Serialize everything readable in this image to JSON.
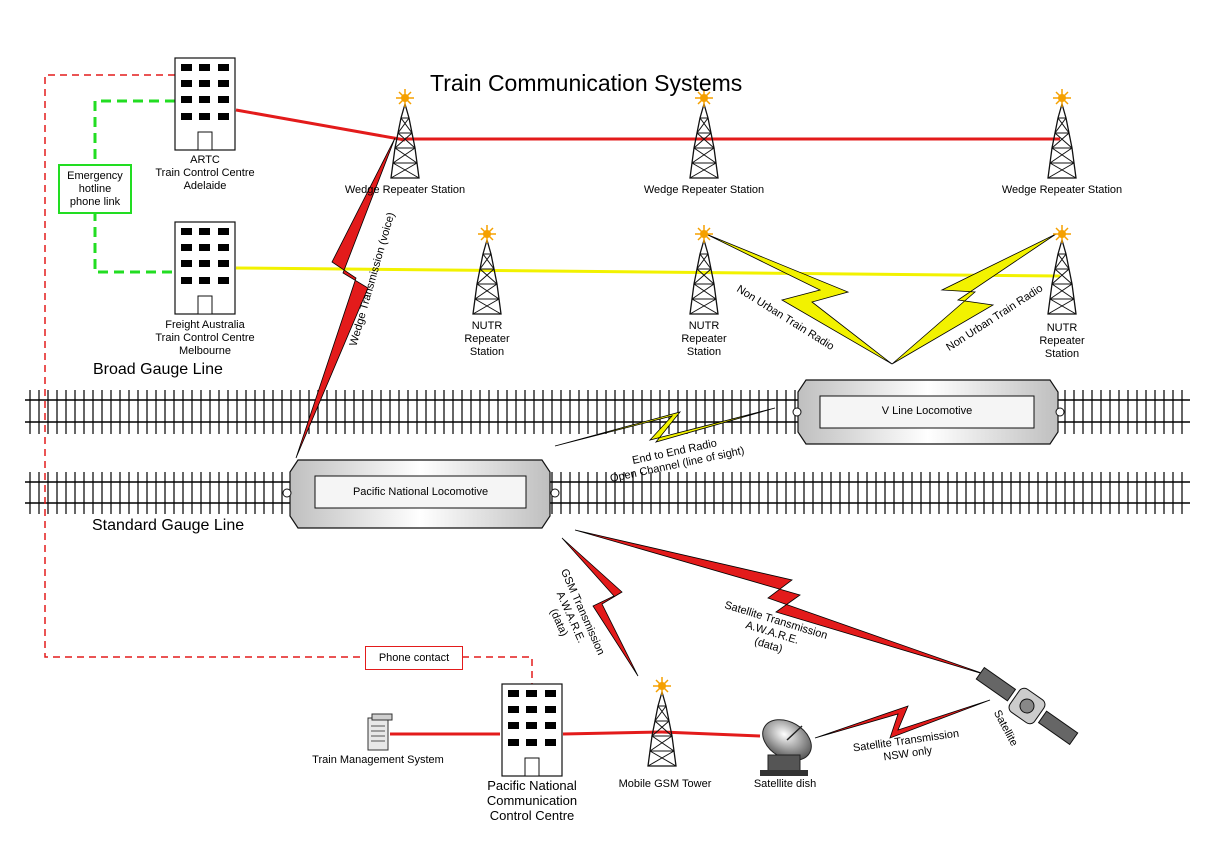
{
  "title": "Train Communication Systems",
  "tracks": {
    "broad_gauge": "Broad Gauge Line",
    "standard_gauge": "Standard Gauge Line"
  },
  "buildings": {
    "artc": [
      "ARTC",
      "Train Control Centre",
      "Adelaide"
    ],
    "freight": [
      "Freight Australia",
      "Train Control Centre",
      "Melbourne"
    ],
    "pn_ccc": [
      "Pacific National",
      "Communication",
      "Control Centre"
    ]
  },
  "emergency_box": [
    "Emergency",
    "hotline",
    "phone link"
  ],
  "phone_contact": "Phone contact",
  "towers": {
    "wedge_1": "Wedge Repeater Station",
    "wedge_2": "Wedge Repeater Station",
    "wedge_3": "Wedge Repeater Station",
    "nutr_1": [
      "NUTR",
      "Repeater",
      "Station"
    ],
    "nutr_2": [
      "NUTR",
      "Repeater",
      "Station"
    ],
    "nutr_3": [
      "NUTR",
      "Repeater",
      "Station"
    ],
    "gsm": "Mobile GSM Tower"
  },
  "locomotives": {
    "vline": "V Line Locomotive",
    "pacific": "Pacific National Locomotive"
  },
  "links": {
    "wedge_voice": "Wedge Transmission (voice)",
    "nutr_left": "Non Urban Train Radio",
    "nutr_right": "Non Urban Train Radio",
    "end_to_end": [
      "End to End Radio",
      "Open Channel (line of sight)"
    ],
    "gsm": [
      "GSM Transmission",
      "A.W.A.R.E.",
      "(data)"
    ],
    "satellite": [
      "Satellite Transmission",
      "A.W.A.R.E.",
      "(data)"
    ],
    "sat_nsw": [
      "Satellite Transmission",
      "NSW only"
    ]
  },
  "equipment": {
    "tms": "Train Management System",
    "dish": "Satellite dish",
    "satellite": "Satellite"
  },
  "colors": {
    "red_link": "#e31b1b",
    "yellow_link": "#f2f200",
    "green_link": "#22dd22",
    "red_dashed": "#e31b1b"
  }
}
